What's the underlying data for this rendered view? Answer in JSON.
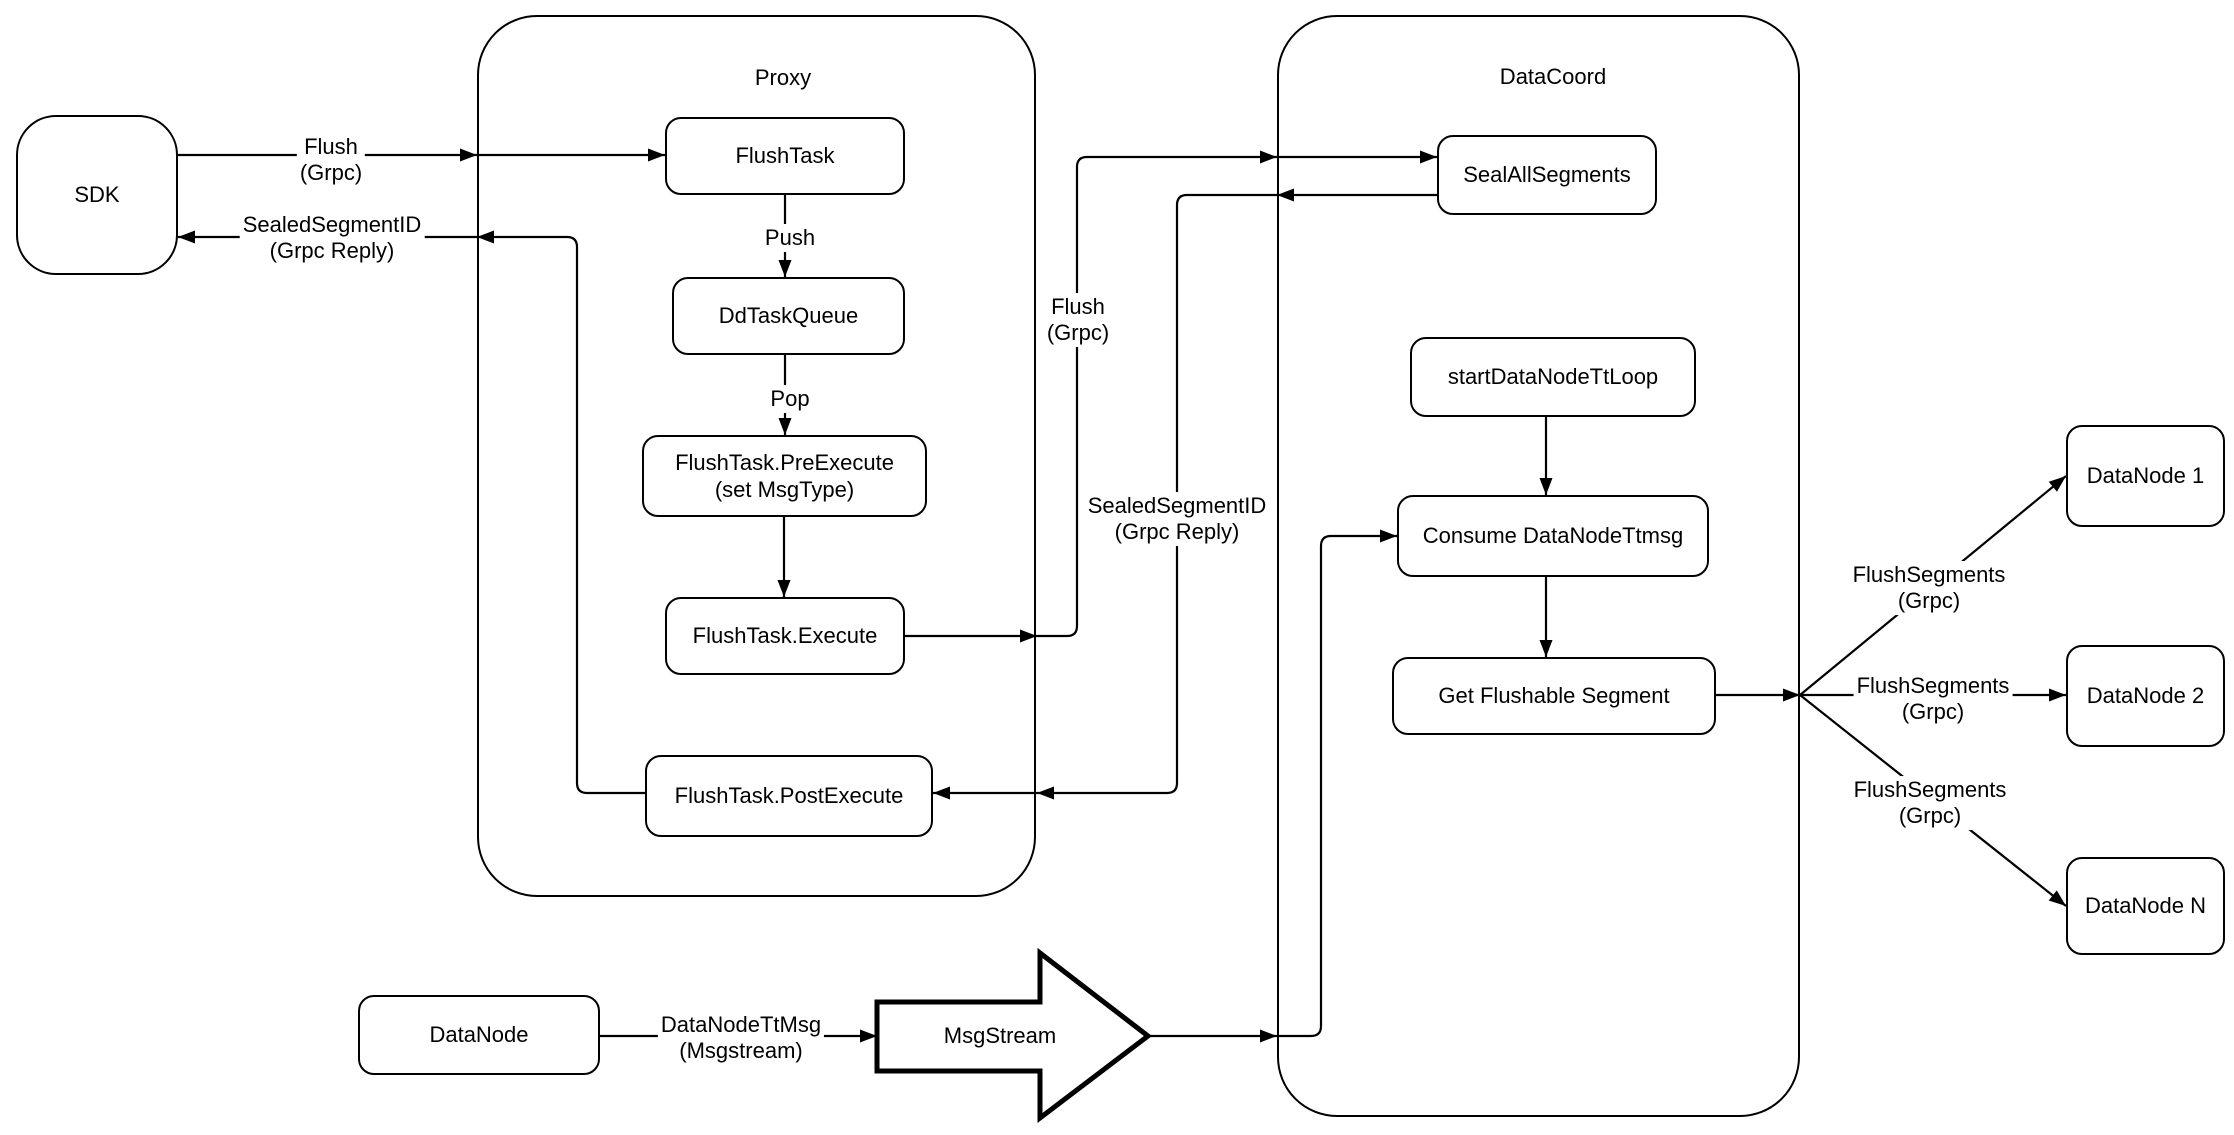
{
  "diagram": {
    "colors": {
      "stroke": "#000000",
      "node_fill": "#ffffff",
      "background": "#ffffff"
    },
    "containers": {
      "proxy": {
        "label": "Proxy"
      },
      "datacoord": {
        "label": "DataCoord"
      }
    },
    "nodes": {
      "sdk": {
        "label": "SDK"
      },
      "flush_task": {
        "label": "FlushTask"
      },
      "dd_task_queue": {
        "label": "DdTaskQueue"
      },
      "pre_execute": {
        "line1": "FlushTask.PreExecute",
        "line2": "(set MsgType)"
      },
      "execute": {
        "label": "FlushTask.Execute"
      },
      "post_execute": {
        "label": "FlushTask.PostExecute"
      },
      "seal_all_segments": {
        "label": "SealAllSegments"
      },
      "start_data_node_tt_loop": {
        "label": "startDataNodeTtLoop"
      },
      "consume_data_node_ttmsg": {
        "label": "Consume DataNodeTtmsg"
      },
      "get_flushable_segment": {
        "label": "Get Flushable Segment"
      },
      "data_node_1": {
        "label": "DataNode 1"
      },
      "data_node_2": {
        "label": "DataNode 2"
      },
      "data_node_n": {
        "label": "DataNode N"
      },
      "data_node": {
        "label": "DataNode"
      },
      "msg_stream": {
        "label": "MsgStream"
      }
    },
    "edge_labels": {
      "flush_sdk": {
        "line1": "Flush",
        "line2": "(Grpc)"
      },
      "sealed_sdk": {
        "line1": "SealedSegmentID",
        "line2": "(Grpc Reply)"
      },
      "push": {
        "label": "Push"
      },
      "pop": {
        "label": "Pop"
      },
      "flush_grpc_mid": {
        "line1": "Flush",
        "line2": "(Grpc)"
      },
      "sealed_mid": {
        "line1": "SealedSegmentID",
        "line2": "(Grpc Reply)"
      },
      "data_node_tt_msg": {
        "line1": "DataNodeTtMsg",
        "line2": "(Msgstream)"
      },
      "flush_segments_1": {
        "line1": "FlushSegments",
        "line2": "(Grpc)"
      },
      "flush_segments_2": {
        "line1": "FlushSegments",
        "line2": "(Grpc)"
      },
      "flush_segments_3": {
        "line1": "FlushSegments",
        "line2": "(Grpc)"
      }
    }
  }
}
